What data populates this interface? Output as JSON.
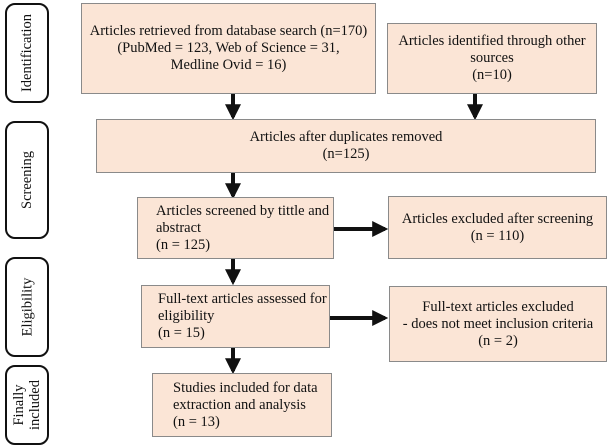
{
  "stages": [
    {
      "id": "identification",
      "lines": [
        "Identification"
      ]
    },
    {
      "id": "screening",
      "lines": [
        "Screening"
      ]
    },
    {
      "id": "eligibility",
      "lines": [
        "Eligibility"
      ]
    },
    {
      "id": "finally-included",
      "lines": [
        "Finally",
        "included"
      ]
    }
  ],
  "boxes": {
    "retrieved": [
      "Articles retrieved from database search (n=170)",
      "(PubMed = 123, Web of Science = 31,",
      "Medline Ovid = 16)"
    ],
    "other_sources": [
      "Articles identified through other",
      "sources",
      "(n=10)"
    ],
    "duplicates_removed": [
      "Articles after duplicates removed",
      "(n=125)"
    ],
    "screened": [
      "Articles screened by tittle and",
      "abstract",
      "(n = 125)"
    ],
    "excluded_screening": [
      "Articles excluded after screening",
      "(n = 110)"
    ],
    "fulltext_assessed": [
      "Full-text articles assessed for",
      "eligibility",
      "(n = 15)"
    ],
    "fulltext_excluded": [
      "Full-text articles excluded",
      "- does not meet inclusion criteria",
      "(n = 2)"
    ],
    "included": [
      "Studies included for data",
      "extraction and analysis",
      "(n = 13)"
    ]
  }
}
